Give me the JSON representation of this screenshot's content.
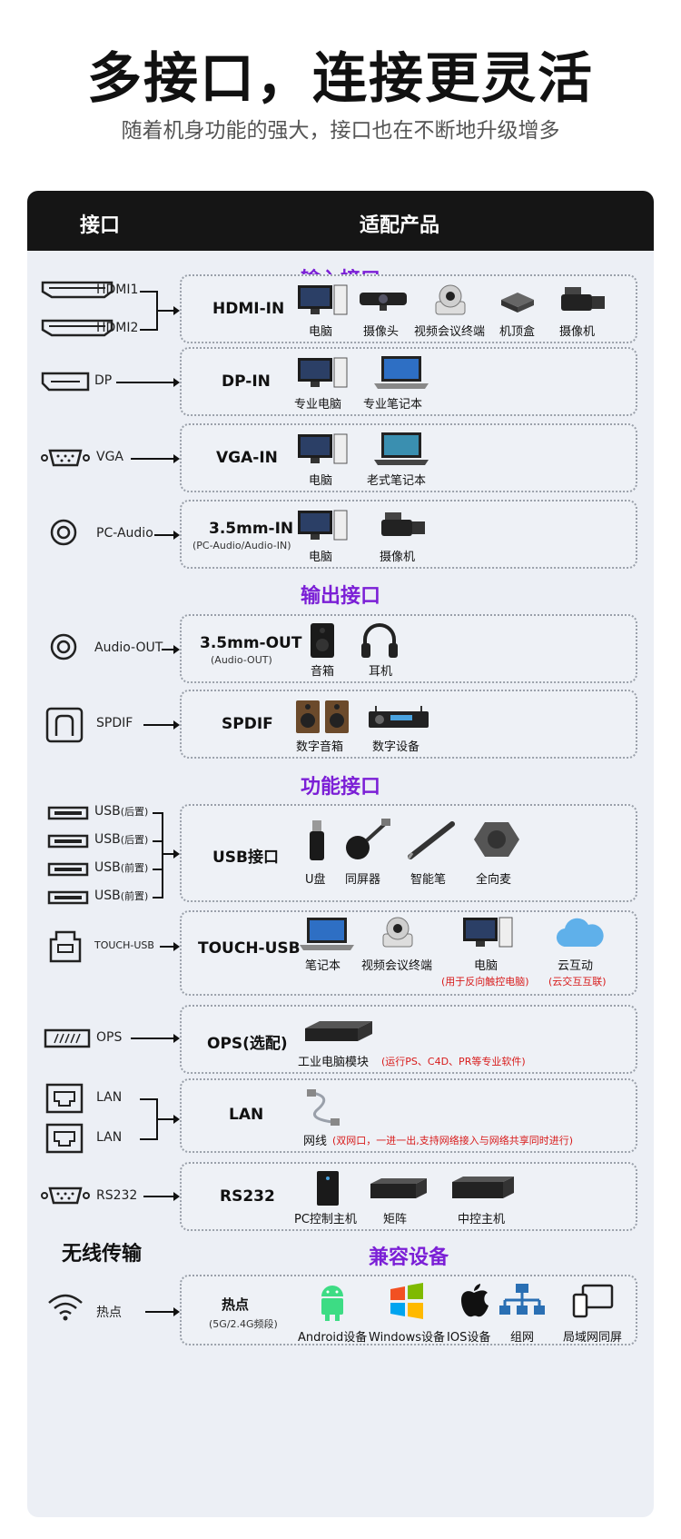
{
  "hero": {
    "title": "多接口，连接更灵活",
    "subtitle": "随着机身功能的强大，接口也在不断地升级增多"
  },
  "table": {
    "col_interface": "接口",
    "col_products": "适配产品"
  },
  "sections": {
    "input": "输入接口",
    "output": "输出接口",
    "function": "功能接口",
    "wireless": "无线传输",
    "compatible": "兼容设备"
  },
  "rows": {
    "hdmi": {
      "ports": [
        "HDMI1",
        "HDMI2"
      ],
      "name": "HDMI-IN",
      "products": [
        "电脑",
        "摄像头",
        "视频会议终端",
        "机顶盒",
        "摄像机"
      ]
    },
    "dp": {
      "port": "DP",
      "name": "DP-IN",
      "products": [
        "专业电脑",
        "专业笔记本"
      ]
    },
    "vga": {
      "port": "VGA",
      "name": "VGA-IN",
      "products": [
        "电脑",
        "老式笔记本"
      ]
    },
    "pcaudio": {
      "port": "PC-Audio",
      "name": "3.5mm-IN",
      "sub": "(PC-Audio/Audio-IN)",
      "products": [
        "电脑",
        "摄像机"
      ]
    },
    "audioout": {
      "port": "Audio-OUT",
      "name": "3.5mm-OUT",
      "sub": "(Audio-OUT)",
      "products": [
        "音箱",
        "耳机"
      ]
    },
    "spdif": {
      "port": "SPDIF",
      "name": "SPDIF",
      "products": [
        "数字音箱",
        "数字设备"
      ]
    },
    "usb": {
      "ports": [
        "USB",
        "USB",
        "USB",
        "USB"
      ],
      "port_tags": [
        "(后置)",
        "(后置)",
        "(前置)",
        "(前置)"
      ],
      "name": "USB接口",
      "products": [
        "U盘",
        "同屏器",
        "智能笔",
        "全向麦"
      ]
    },
    "touch": {
      "port": "TOUCH-USB",
      "name": "TOUCH-USB",
      "products": [
        "笔记本",
        "视频会议终端",
        "电脑",
        "云互动"
      ],
      "notes": [
        "(用于反向触控电脑)",
        "(云交互互联)"
      ]
    },
    "ops": {
      "port": "OPS",
      "name": "OPS(选配)",
      "product": "工业电脑模块",
      "note": "(运行PS、C4D、PR等专业软件)"
    },
    "lan": {
      "ports": [
        "LAN",
        "LAN"
      ],
      "name": "LAN",
      "product": "网线",
      "note": "(双网口，一进一出,支持网络接入与网络共享同时进行)"
    },
    "rs232": {
      "port": "RS232",
      "name": "RS232",
      "products": [
        "PC控制主机",
        "矩阵",
        "中控主机"
      ]
    },
    "hotspot": {
      "port": "热点",
      "name": "热点",
      "sub": "(5G/2.4G频段)",
      "products": [
        "Android设备",
        "Windows设备",
        "IOS设备",
        "组网",
        "局域网同屏"
      ]
    }
  },
  "colors": {
    "section": "#7b1fd6",
    "note": "#d81b1b",
    "header": "#151515"
  }
}
